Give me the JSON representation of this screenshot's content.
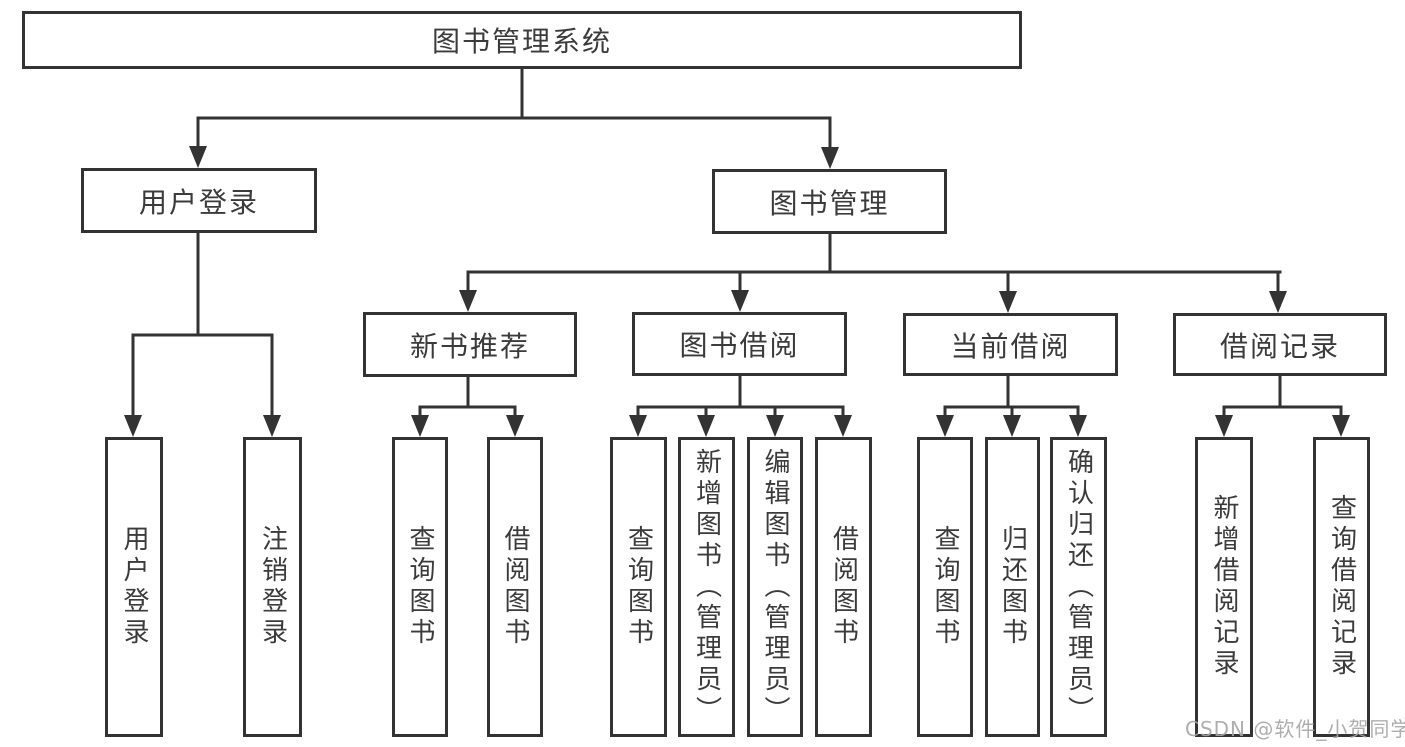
{
  "diagram": {
    "root": {
      "label": "图书管理系统",
      "children": [
        {
          "label": "用户登录",
          "children": [
            {
              "label": "用户登录"
            },
            {
              "label": "注销登录"
            }
          ]
        },
        {
          "label": "图书管理",
          "children": [
            {
              "label": "新书推荐",
              "children": [
                {
                  "label": "查询图书"
                },
                {
                  "label": "借阅图书"
                }
              ]
            },
            {
              "label": "图书借阅",
              "children": [
                {
                  "label": "查询图书"
                },
                {
                  "label": "新增图书（管理员）"
                },
                {
                  "label": "编辑图书（管理员）"
                },
                {
                  "label": "借阅图书"
                }
              ]
            },
            {
              "label": "当前借阅",
              "children": [
                {
                  "label": "查询图书"
                },
                {
                  "label": "归还图书"
                },
                {
                  "label": "确认归还（管理员）"
                }
              ]
            },
            {
              "label": "借阅记录",
              "children": [
                {
                  "label": "新增借阅记录"
                },
                {
                  "label": "查询借阅记录"
                }
              ]
            }
          ]
        }
      ]
    }
  },
  "watermark": {
    "text": "CSDN @软件_小贺同学"
  },
  "colors": {
    "line": "#333333",
    "box_border": "#333333",
    "text": "#3b3b3b",
    "background": "#ffffff",
    "watermark": "#a5a5a5"
  }
}
